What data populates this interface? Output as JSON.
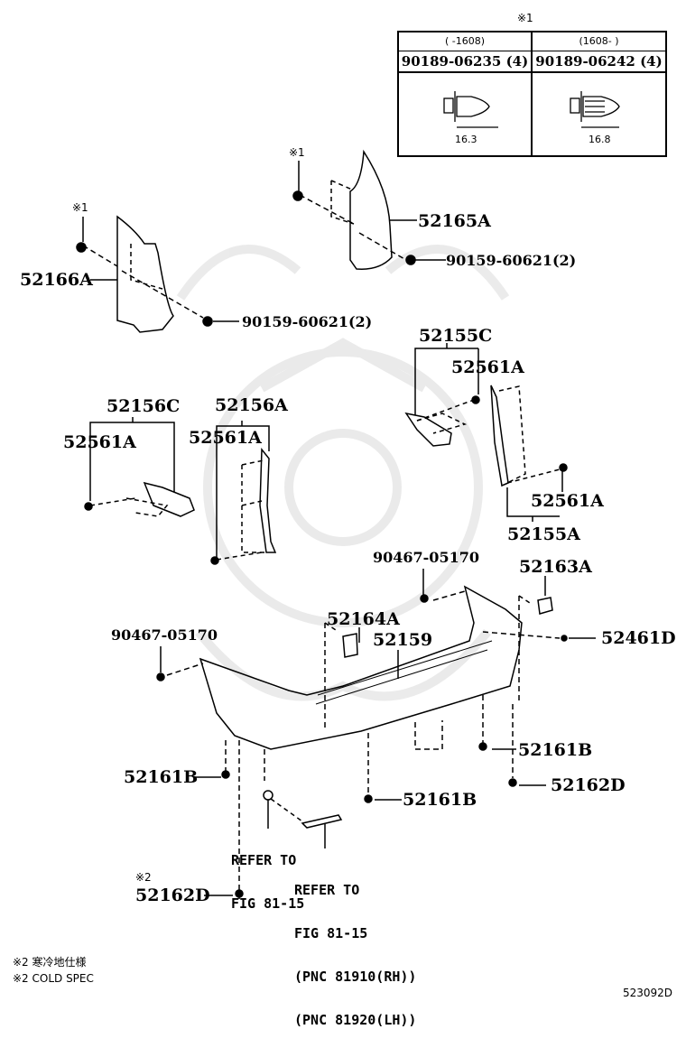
{
  "diagram": {
    "id": "523092D",
    "table": {
      "note_mark": "※1",
      "columns": [
        {
          "range": "(      -1608)",
          "part_number": "90189-06235 (4)",
          "dimension": "16.3"
        },
        {
          "range": "(1608-      )",
          "part_number": "90189-06242 (4)",
          "dimension": "16.8"
        }
      ]
    },
    "labels": {
      "p52165A": "52165A",
      "p90159_top": "90159-60621(2)",
      "p52166A": "52166A",
      "p90159_mid": "90159-60621(2)",
      "mark1_a": "※1",
      "mark1_b": "※1",
      "p52155C": "52155C",
      "p52561A_r1": "52561A",
      "p52156C": "52156C",
      "p52561A_l": "52561A",
      "p52156A": "52156A",
      "p52561A_m": "52561A",
      "p52561A_r2": "52561A",
      "p52155A": "52155A",
      "p90467_r": "90467-05170",
      "p52163A": "52163A",
      "p52164A": "52164A",
      "p52159": "52159",
      "p52461D": "52461D",
      "p90467_l": "90467-05170",
      "p52161B_r": "52161B",
      "p52162D_r": "52162D",
      "p52161B_l": "52161B",
      "p52161B_c": "52161B",
      "mark2": "※2",
      "p52162D_l": "52162D",
      "refer1_line1": "REFER TO",
      "refer1_line2": "FIG 81-15",
      "refer2_line1": "REFER TO",
      "refer2_line2": "FIG 81-15",
      "refer2_line3": "(PNC 81910(RH))",
      "refer2_line4": "(PNC 81920(LH))"
    },
    "footnotes": {
      "jp": "※2 寒冷地仕様",
      "en": "※2 COLD SPEC"
    }
  }
}
